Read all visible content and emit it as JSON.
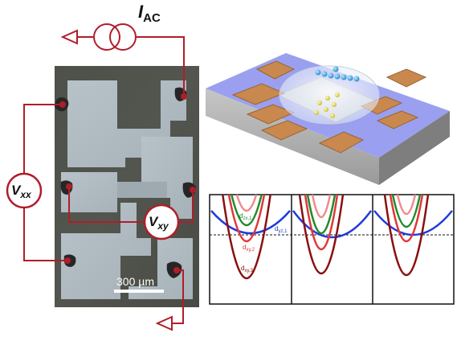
{
  "labels": {
    "current_main": "I",
    "current_sub": "AC",
    "vxx_main": "V",
    "vxx_sub": "xx",
    "vxy_main": "V",
    "vxy_sub": "xy",
    "scale_bar": "300 µm"
  },
  "band_labels": {
    "dzx1_main": "d",
    "dzx1_sub": "zx,1",
    "dyz1_main": "d",
    "dyz1_sub": "yz,1",
    "dxy2_main": "d",
    "dxy2_sub": "xy,2",
    "dxy3_main": "d",
    "dxy3_sub": "xy,3"
  },
  "colors": {
    "circuit": "#b01d2a",
    "substrate": "#9aa0ef",
    "contact": "#c9884e",
    "band_blue": "#1f3bdc",
    "band_green": "#1f8a2a",
    "band_pink": "#f08a8a",
    "band_red": "#e03838",
    "band_dark": "#8a1010",
    "dot_blue": "#2fa8e8",
    "dot_yellow": "#e8e04a"
  },
  "icons": [
    "current-source-icon",
    "arrow-icon",
    "voltmeter-icon"
  ]
}
